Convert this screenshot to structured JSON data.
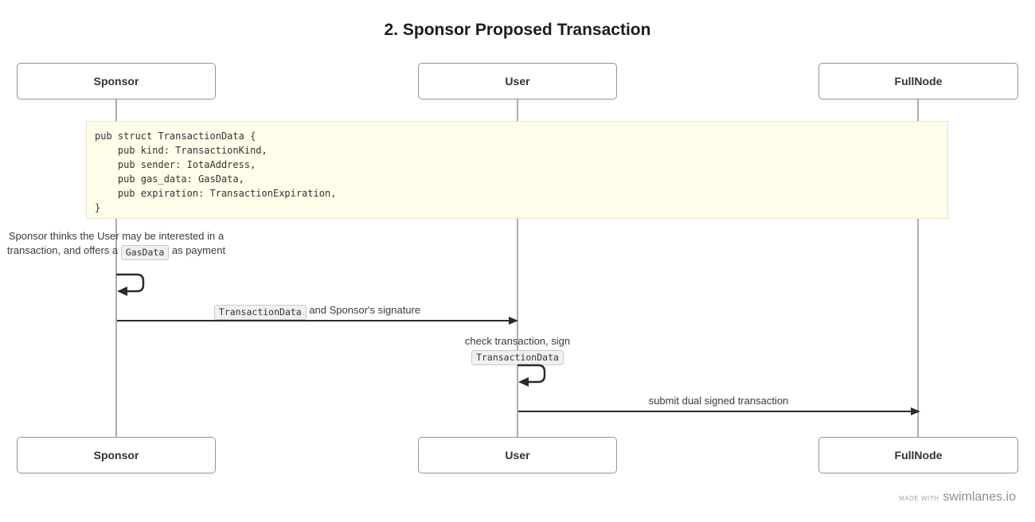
{
  "title": "2. Sponsor Proposed Transaction",
  "actors": {
    "sponsor": "Sponsor",
    "user": "User",
    "fullnode": "FullNode"
  },
  "code_note": {
    "code": "pub struct TransactionData {\n    pub kind: TransactionKind,\n    pub sender: IotaAddress,\n    pub gas_data: GasData,\n    pub expiration: TransactionExpiration,\n}"
  },
  "messages": {
    "sponsor_self": {
      "text_before": "Sponsor thinks the User may be interested in a transaction, and offers a ",
      "chip": "GasData",
      "text_after": " as payment"
    },
    "sponsor_to_user": {
      "chip": "TransactionData",
      "text_after": " and Sponsor's signature"
    },
    "user_self": {
      "line1": "check transaction, sign",
      "chip": "TransactionData"
    },
    "user_to_fullnode": {
      "text": "submit dual signed transaction"
    }
  },
  "footer": {
    "made_with": "MADE WITH",
    "brand": "swimlanes.io"
  },
  "colors": {
    "arrow": "#2b2b2b",
    "lifeline": "#acacac",
    "box_border": "#949494",
    "note_bg": "#fdfdea",
    "note_border": "#e5e5cf",
    "chip_bg": "#f0f0f0",
    "chip_border": "#c9c9c9",
    "text": "#3a3a3a",
    "muted": "#8f8f8f"
  }
}
